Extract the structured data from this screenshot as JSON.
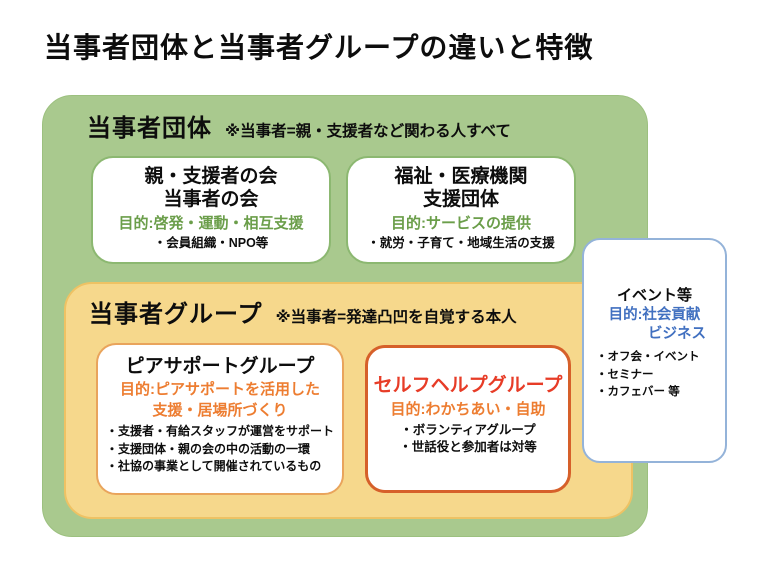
{
  "title": "当事者団体と当事者グループの違いと特徴",
  "colors": {
    "dantai_fill": "#a9c98e",
    "group_fill": "#f6d88c",
    "purpose_green": "#6b9e4a",
    "purpose_orange": "#ed7d31",
    "self_help_red": "#e73c27",
    "self_help_border": "#d6602a",
    "event_text_blue": "#4170c0",
    "event_border_blue": "#94b3d9"
  },
  "dantai_section": {
    "label": "当事者団体",
    "note": "※当事者=親・支援者など関わる人すべて",
    "boxes": [
      {
        "title_lines": [
          "親・支援者の会",
          "当事者の会"
        ],
        "purpose": "目的:啓発・運動・相互支援",
        "bullets": [
          "・会員組織・NPO等"
        ]
      },
      {
        "title_lines": [
          "福祉・医療機関",
          "支援団体"
        ],
        "purpose": "目的:サービスの提供",
        "bullets": [
          "・就労・子育て・地域生活の支援"
        ]
      }
    ]
  },
  "group_section": {
    "label": "当事者グループ",
    "note": "※当事者=発達凸凹を自覚する本人",
    "peer_support_box": {
      "title": "ピアサポートグループ",
      "purpose_lines": [
        "目的:ピアサポートを活用した",
        "支援・居場所づくり"
      ],
      "bullets": [
        "・支援者・有給スタッフが運営をサポート",
        "・支援団体・親の会の中の活動の一環",
        "・社協の事業として開催されているもの"
      ]
    },
    "self_help_box": {
      "title": "セルフヘルプグループ",
      "purpose": "目的:わかちあい・自助",
      "bullets": [
        "・ボランティアグループ",
        "・世話役と参加者は対等"
      ]
    }
  },
  "event_box": {
    "title": "イベント等",
    "purpose_lines": [
      "目的:社会貢献",
      "ビジネス"
    ],
    "bullets": [
      "・オフ会・イベント",
      "・セミナー",
      "・カフェバー 等"
    ]
  }
}
